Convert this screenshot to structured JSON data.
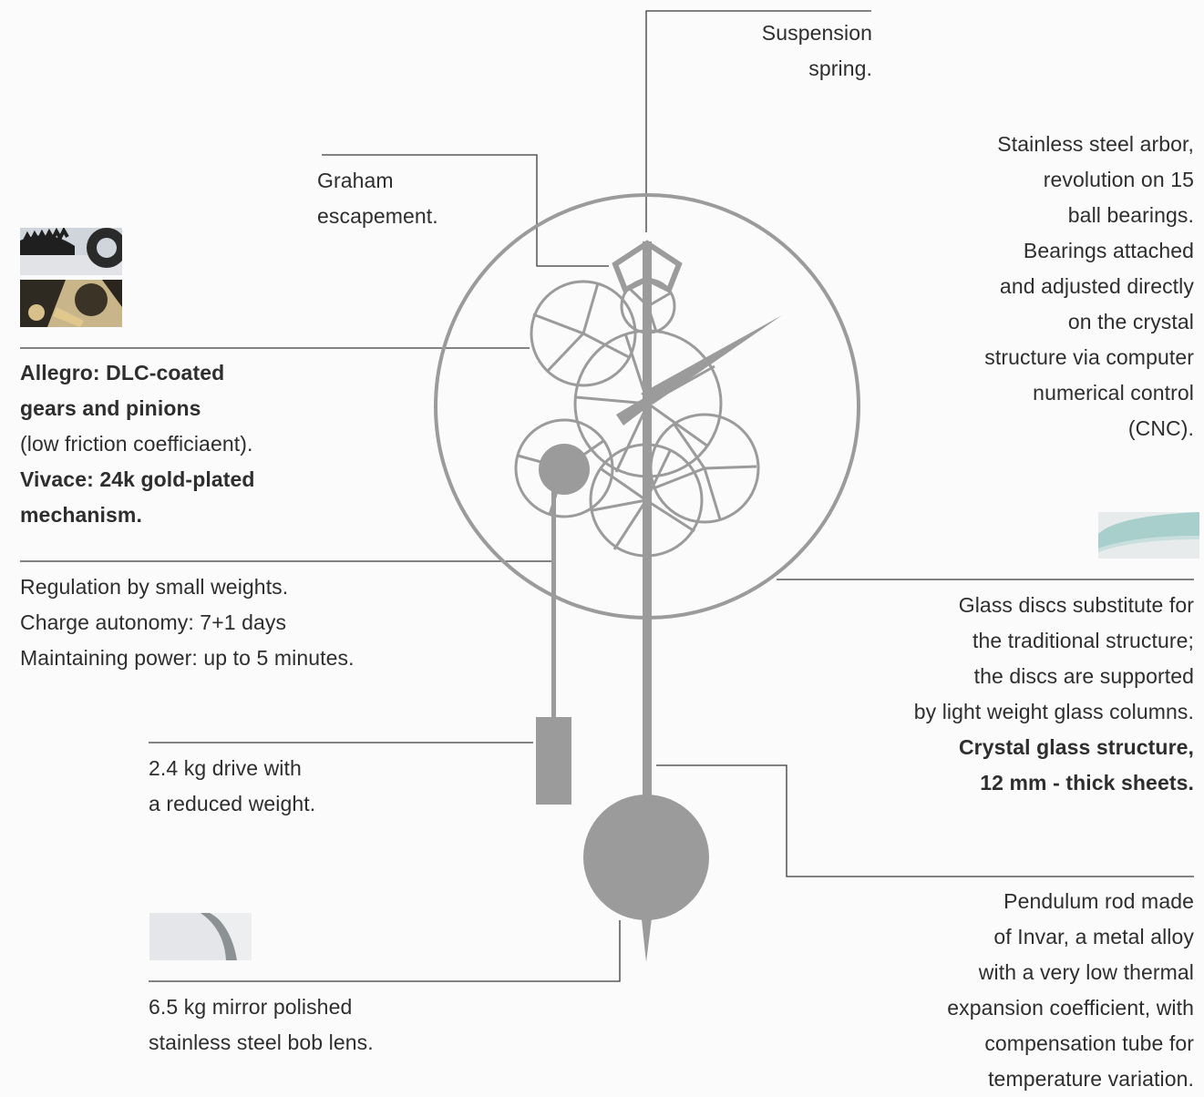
{
  "annotations": {
    "suspension": {
      "lines": [
        "Suspension",
        "spring."
      ]
    },
    "arbor": {
      "lines": [
        "Stainless steel arbor,",
        "revolution on 15",
        "ball bearings.",
        "Bearings attached",
        "and adjusted directly",
        "on the crystal",
        "structure via computer",
        "numerical control",
        "(CNC)."
      ]
    },
    "escapement": {
      "lines": [
        "Graham",
        "escapement."
      ]
    },
    "gears": {
      "bold1": [
        "Allegro: DLC-coated",
        "gears and pinions"
      ],
      "normal": [
        "(low friction coefficiaent)."
      ],
      "bold2": [
        "Vivace: 24k gold-plated",
        "mechanism."
      ]
    },
    "regulation": {
      "lines": [
        "Regulation by small weights.",
        "Charge autonomy: 7+1 days",
        "Maintaining power: up to 5 minutes."
      ]
    },
    "glass": {
      "normal": [
        "Glass discs substitute for",
        "the traditional structure;",
        "the discs are supported",
        "by light weight glass columns."
      ],
      "bold": [
        "Crystal glass structure,",
        "12 mm - thick sheets."
      ]
    },
    "drive": {
      "lines": [
        "2.4 kg drive with",
        "a reduced weight."
      ]
    },
    "pendulum": {
      "lines": [
        "Pendulum rod made",
        "of Invar, a metal alloy",
        "with a very low thermal",
        "expansion coefficient, with",
        "compensation tube for",
        "temperature variation."
      ]
    },
    "bob": {
      "lines": [
        "6.5 kg mirror polished",
        "stainless steel bob lens."
      ]
    }
  },
  "colors": {
    "clock_gray": "#9b9b9b",
    "leader": "#3a3a3a",
    "text": "#2e2e2e",
    "background": "#fbfbfb"
  },
  "icons": [
    "dlc-gear-photo",
    "gold-gear-photo",
    "glass-edge-photo",
    "bob-lens-photo"
  ]
}
